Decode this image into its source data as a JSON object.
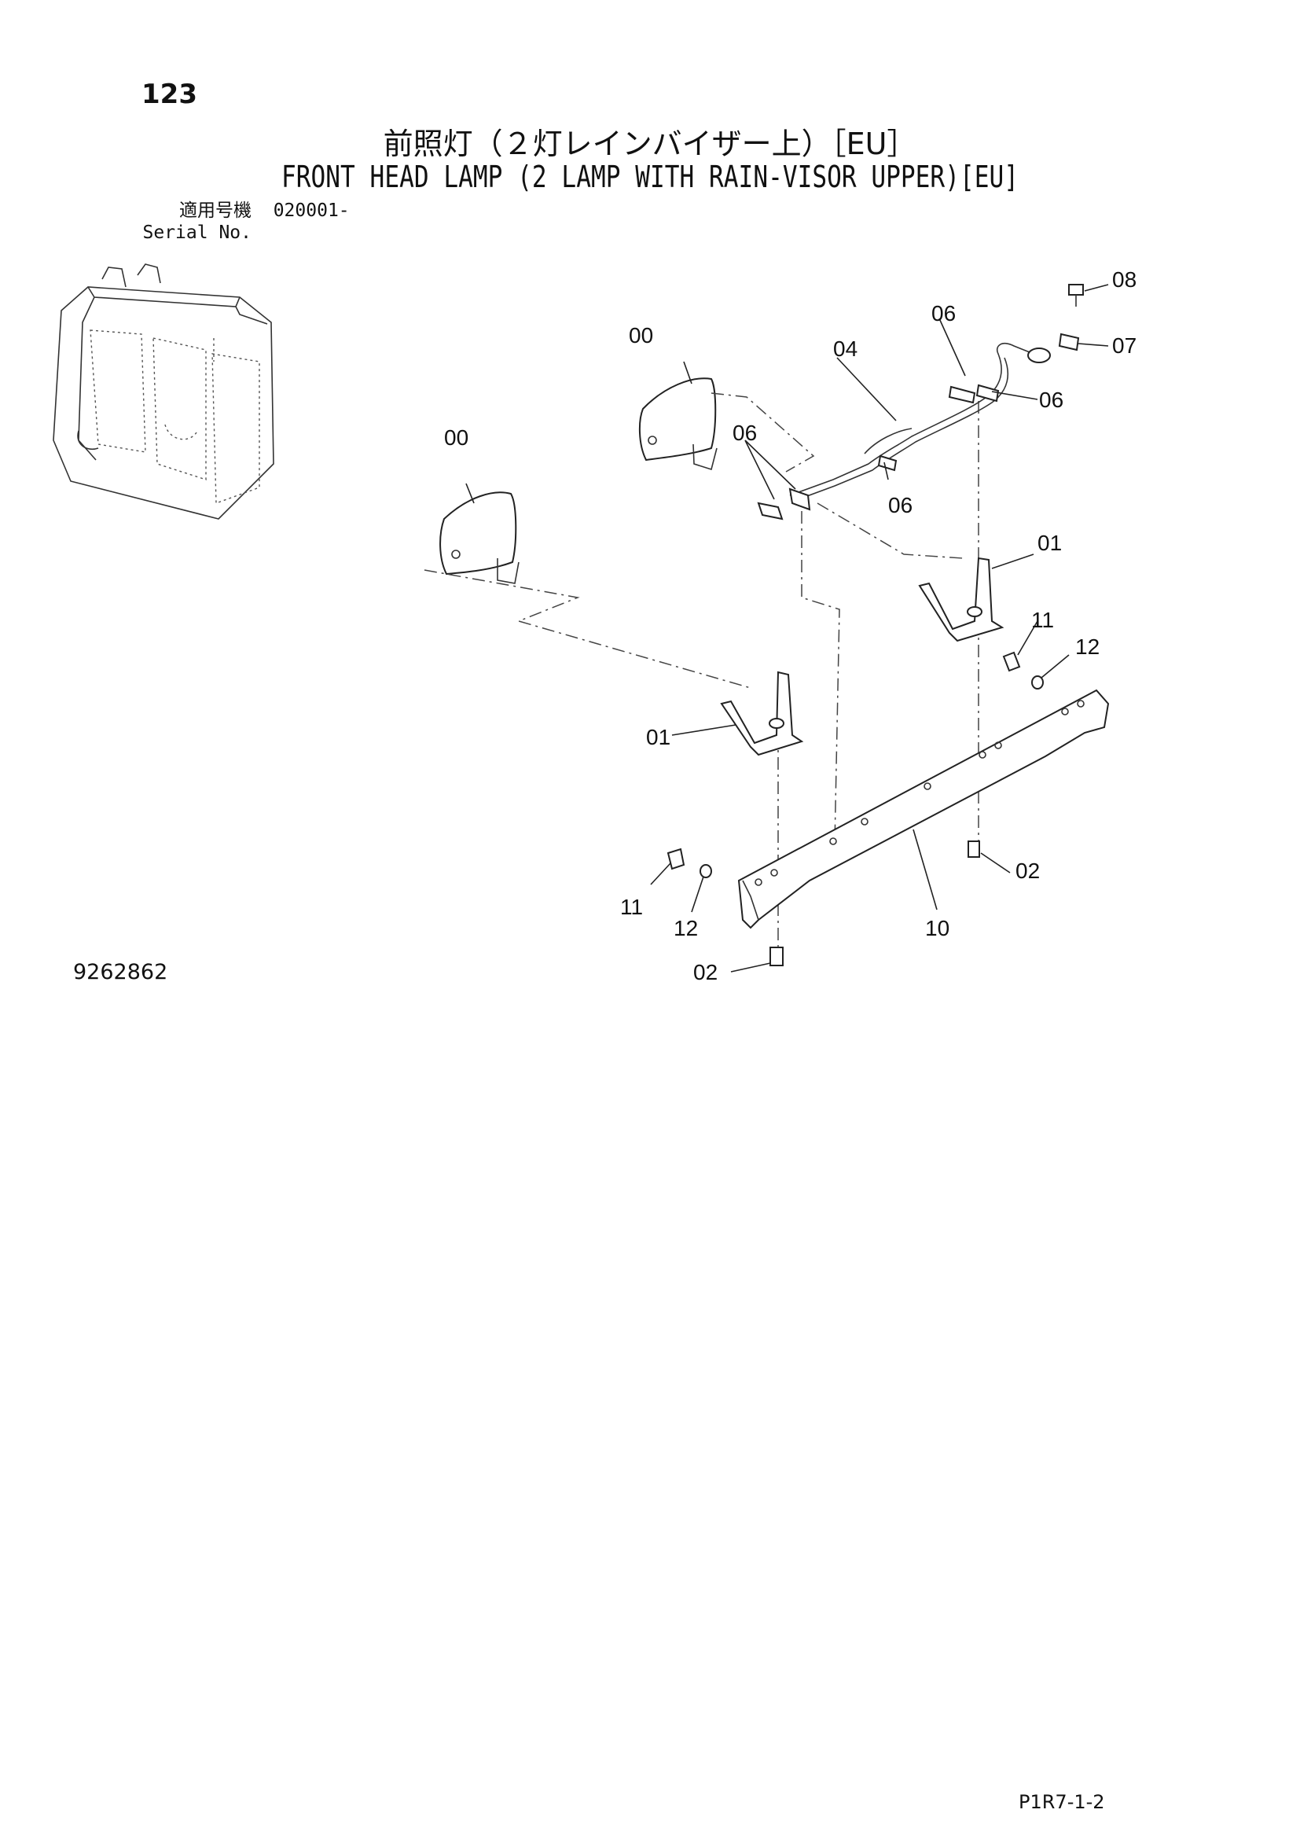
{
  "page_number": "123",
  "title_jp": "前照灯（２灯レインバイザー上）［EU］",
  "title_en": "FRONT HEAD LAMP (2 LAMP WITH RAIN-VISOR UPPER)[EU]",
  "serial": {
    "label_jp": "適用号機",
    "label_en": "Serial No.",
    "value": "020001-"
  },
  "drawing_number": "9262862",
  "page_code": "P1R7-1-2",
  "callouts": {
    "c00_right": "00",
    "c00_left": "00",
    "c04": "04",
    "c06_top": "06",
    "c06_mid": "06",
    "c06_right": "06",
    "c06_lower": "06",
    "c08": "08",
    "c07": "07",
    "c01_right": "01",
    "c01_left": "01",
    "c11_right": "11",
    "c12_right": "12",
    "c11_left": "11",
    "c12_left": "12",
    "c10": "10",
    "c02_right": "02",
    "c02_bottom": "02"
  },
  "icons": [
    "cab-icon",
    "head-lamp-icon",
    "lamp-bracket-icon",
    "wire-harness-icon",
    "clip-icon",
    "bolt-icon",
    "washer-icon",
    "mounting-bar-icon"
  ]
}
